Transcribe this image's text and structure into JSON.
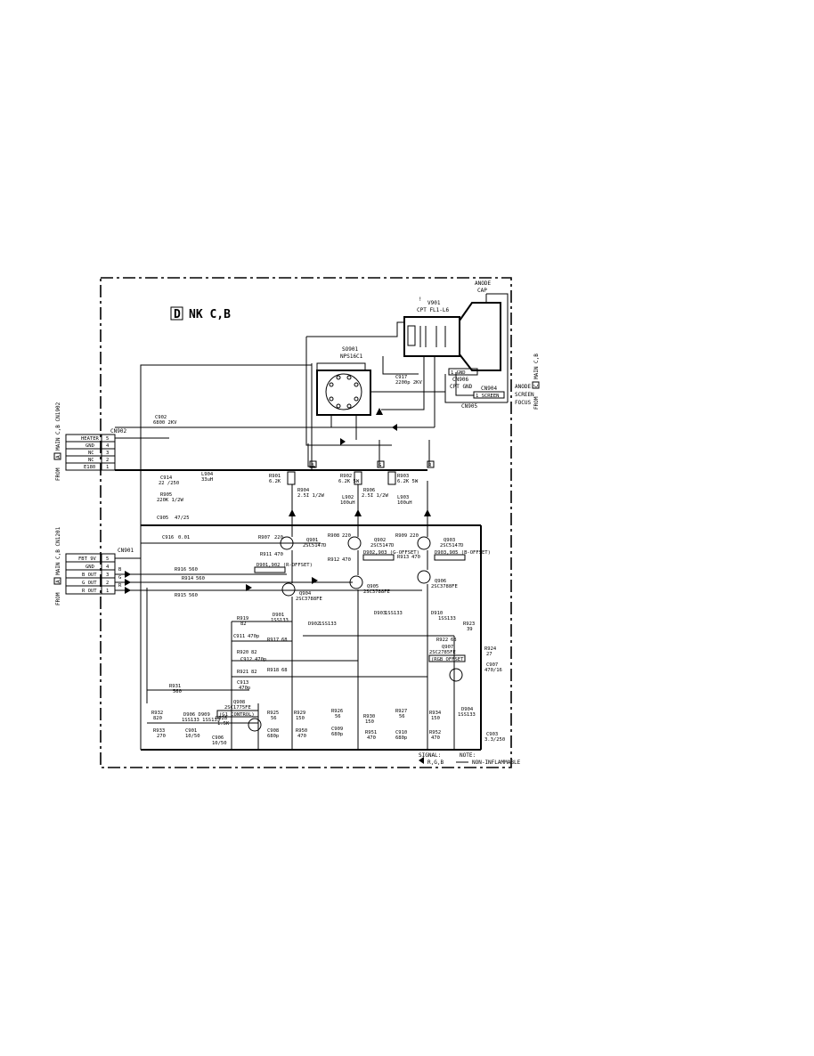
{
  "board": {
    "box_letter": "D",
    "name": "NK C,B"
  },
  "crt": {
    "warning_mark": "!",
    "ref": "V901",
    "part": "CPT FL1-L6",
    "anode_top": "ANODE",
    "anode_cap": "CAP",
    "ground_ref": "CN906",
    "ground_name": "CPT GND",
    "ground_pin": "1  GND"
  },
  "socket": {
    "ref": "SO901",
    "part": "NPS16C1"
  },
  "right_connector": {
    "ref": "CN904",
    "pin": "1 SCREEN",
    "labels": [
      "ANODE",
      "SCREEN",
      "FOCUS"
    ],
    "side_from": "FROM",
    "side_box": "C",
    "side_name": "MAIN C,B",
    "cn905": "CN905"
  },
  "cn902": {
    "ref": "CN902",
    "side_from": "FROM",
    "side_box": "A",
    "side_name": "MAIN C,B CN1902",
    "pins": [
      {
        "label": "HEATER",
        "num": "5"
      },
      {
        "label": "GND",
        "num": "4"
      },
      {
        "label": "NC",
        "num": "3"
      },
      {
        "label": "NC",
        "num": "2"
      },
      {
        "label": "E180",
        "num": "1"
      }
    ]
  },
  "cn901": {
    "ref": "CN901",
    "side_from": "FROM",
    "side_box": "A",
    "side_name": "MAIN C,B CN1201",
    "pins": [
      {
        "label": "FBT 9V",
        "num": "5"
      },
      {
        "label": "GND",
        "num": "4"
      },
      {
        "label": "B OUT",
        "num": "3"
      },
      {
        "label": "G OUT",
        "num": "2"
      },
      {
        "label": "R OUT",
        "num": "1"
      }
    ]
  },
  "bus_labels": [
    "B",
    "G",
    "R"
  ],
  "components": [
    {
      "ref": "C902",
      "value": "6800 2KV"
    },
    {
      "ref": "C917",
      "value": "2200p 2KV"
    },
    {
      "ref": "L904",
      "value": "33uH"
    },
    {
      "ref": "C914",
      "value": "22 /250"
    },
    {
      "ref": "R905",
      "value": "220K 1/2W"
    },
    {
      "ref": "C905",
      "value": "47/25"
    },
    {
      "ref": "C916",
      "value": "0.01"
    },
    {
      "ref": "R901",
      "value": "6.2K"
    },
    {
      "ref": "R904",
      "value": "2.5I 1/2W"
    },
    {
      "ref": "R902",
      "value": "6.2K 5W"
    },
    {
      "ref": "R906",
      "value": "2.5I 1/2W"
    },
    {
      "ref": "L902",
      "value": "100uH"
    },
    {
      "ref": "R903",
      "value": "6.2K 5W"
    },
    {
      "ref": "L903",
      "value": "100uH"
    },
    {
      "ref": "R907",
      "value": "220"
    },
    {
      "ref": "R908",
      "value": "220"
    },
    {
      "ref": "R909",
      "value": "220"
    },
    {
      "ref": "Q901",
      "value": "2SC5147D"
    },
    {
      "ref": "Q902",
      "value": "2SC5147D"
    },
    {
      "ref": "Q903",
      "value": "2SC5147D"
    },
    {
      "ref": "R911",
      "value": "470"
    },
    {
      "ref": "R912",
      "value": "470"
    },
    {
      "ref": "R913",
      "value": "470"
    },
    {
      "ref": "R916",
      "value": "560"
    },
    {
      "ref": "R914",
      "value": "560"
    },
    {
      "ref": "R915",
      "value": "560"
    },
    {
      "ref": "Q904",
      "value": "2SC3788FE"
    },
    {
      "ref": "Q905",
      "value": "2SC3788FE"
    },
    {
      "ref": "Q906",
      "value": "2SC3788FE"
    },
    {
      "ref": "D901",
      "value": "1SS133"
    },
    {
      "ref": "D902",
      "value": "1SS133"
    },
    {
      "ref": "D903",
      "value": "1SS133"
    },
    {
      "ref": "R919",
      "value": "82"
    },
    {
      "ref": "R920",
      "value": "82"
    },
    {
      "ref": "R921",
      "value": "82"
    },
    {
      "ref": "C911",
      "value": "470p"
    },
    {
      "ref": "C912",
      "value": "470p"
    },
    {
      "ref": "C913",
      "value": "470p"
    },
    {
      "ref": "R917",
      "value": "68"
    },
    {
      "ref": "R918",
      "value": "68"
    },
    {
      "ref": "R922",
      "value": "68"
    },
    {
      "ref": "R923",
      "value": "39"
    },
    {
      "ref": "R924",
      "value": "27"
    },
    {
      "ref": "C907",
      "value": "470/16"
    },
    {
      "ref": "Q907",
      "value": "2SC2785FE"
    },
    {
      "ref": "R931",
      "value": "560"
    },
    {
      "ref": "Q908",
      "value": "2SC1775FE"
    },
    {
      "ref": "R932",
      "value": "820"
    },
    {
      "ref": "R933",
      "value": "270"
    },
    {
      "ref": "C901",
      "value": "10/50"
    },
    {
      "ref": "C906",
      "value": "10/50"
    },
    {
      "ref": "R928",
      "value": "1.5K"
    },
    {
      "ref": "R925",
      "value": "56"
    },
    {
      "ref": "R926",
      "value": "56"
    },
    {
      "ref": "R927",
      "value": "56"
    },
    {
      "ref": "R929",
      "value": "150"
    },
    {
      "ref": "R930",
      "value": "150"
    },
    {
      "ref": "R934",
      "value": "150"
    },
    {
      "ref": "C908",
      "value": "680p"
    },
    {
      "ref": "C909",
      "value": "680p"
    },
    {
      "ref": "C910",
      "value": "680p"
    },
    {
      "ref": "R950",
      "value": "470"
    },
    {
      "ref": "R951",
      "value": "470"
    },
    {
      "ref": "R952",
      "value": "470"
    },
    {
      "ref": "C903",
      "value": "3.3/250"
    },
    {
      "ref": "D904",
      "value": "1SS133"
    },
    {
      "ref": "D910",
      "value": "1SS133"
    }
  ],
  "diodes_pair": {
    "ref": "D906 D909",
    "value": "1SS133 1SS133"
  },
  "sub_labels": {
    "q901": "D901,902 (R-OFFSET)",
    "q902": "D902,903 (G-OFFSET)",
    "q903": "D903,905 (B-OFFSET)",
    "q907": "(RGB OFFSET)",
    "q908": "(G1 CONTROL)"
  },
  "legend": {
    "signal_label": "SIGNAL:",
    "signal_value": "R,G,B",
    "note_label": "NOTE:",
    "note_value": "NON-INFLAMMABLE"
  }
}
